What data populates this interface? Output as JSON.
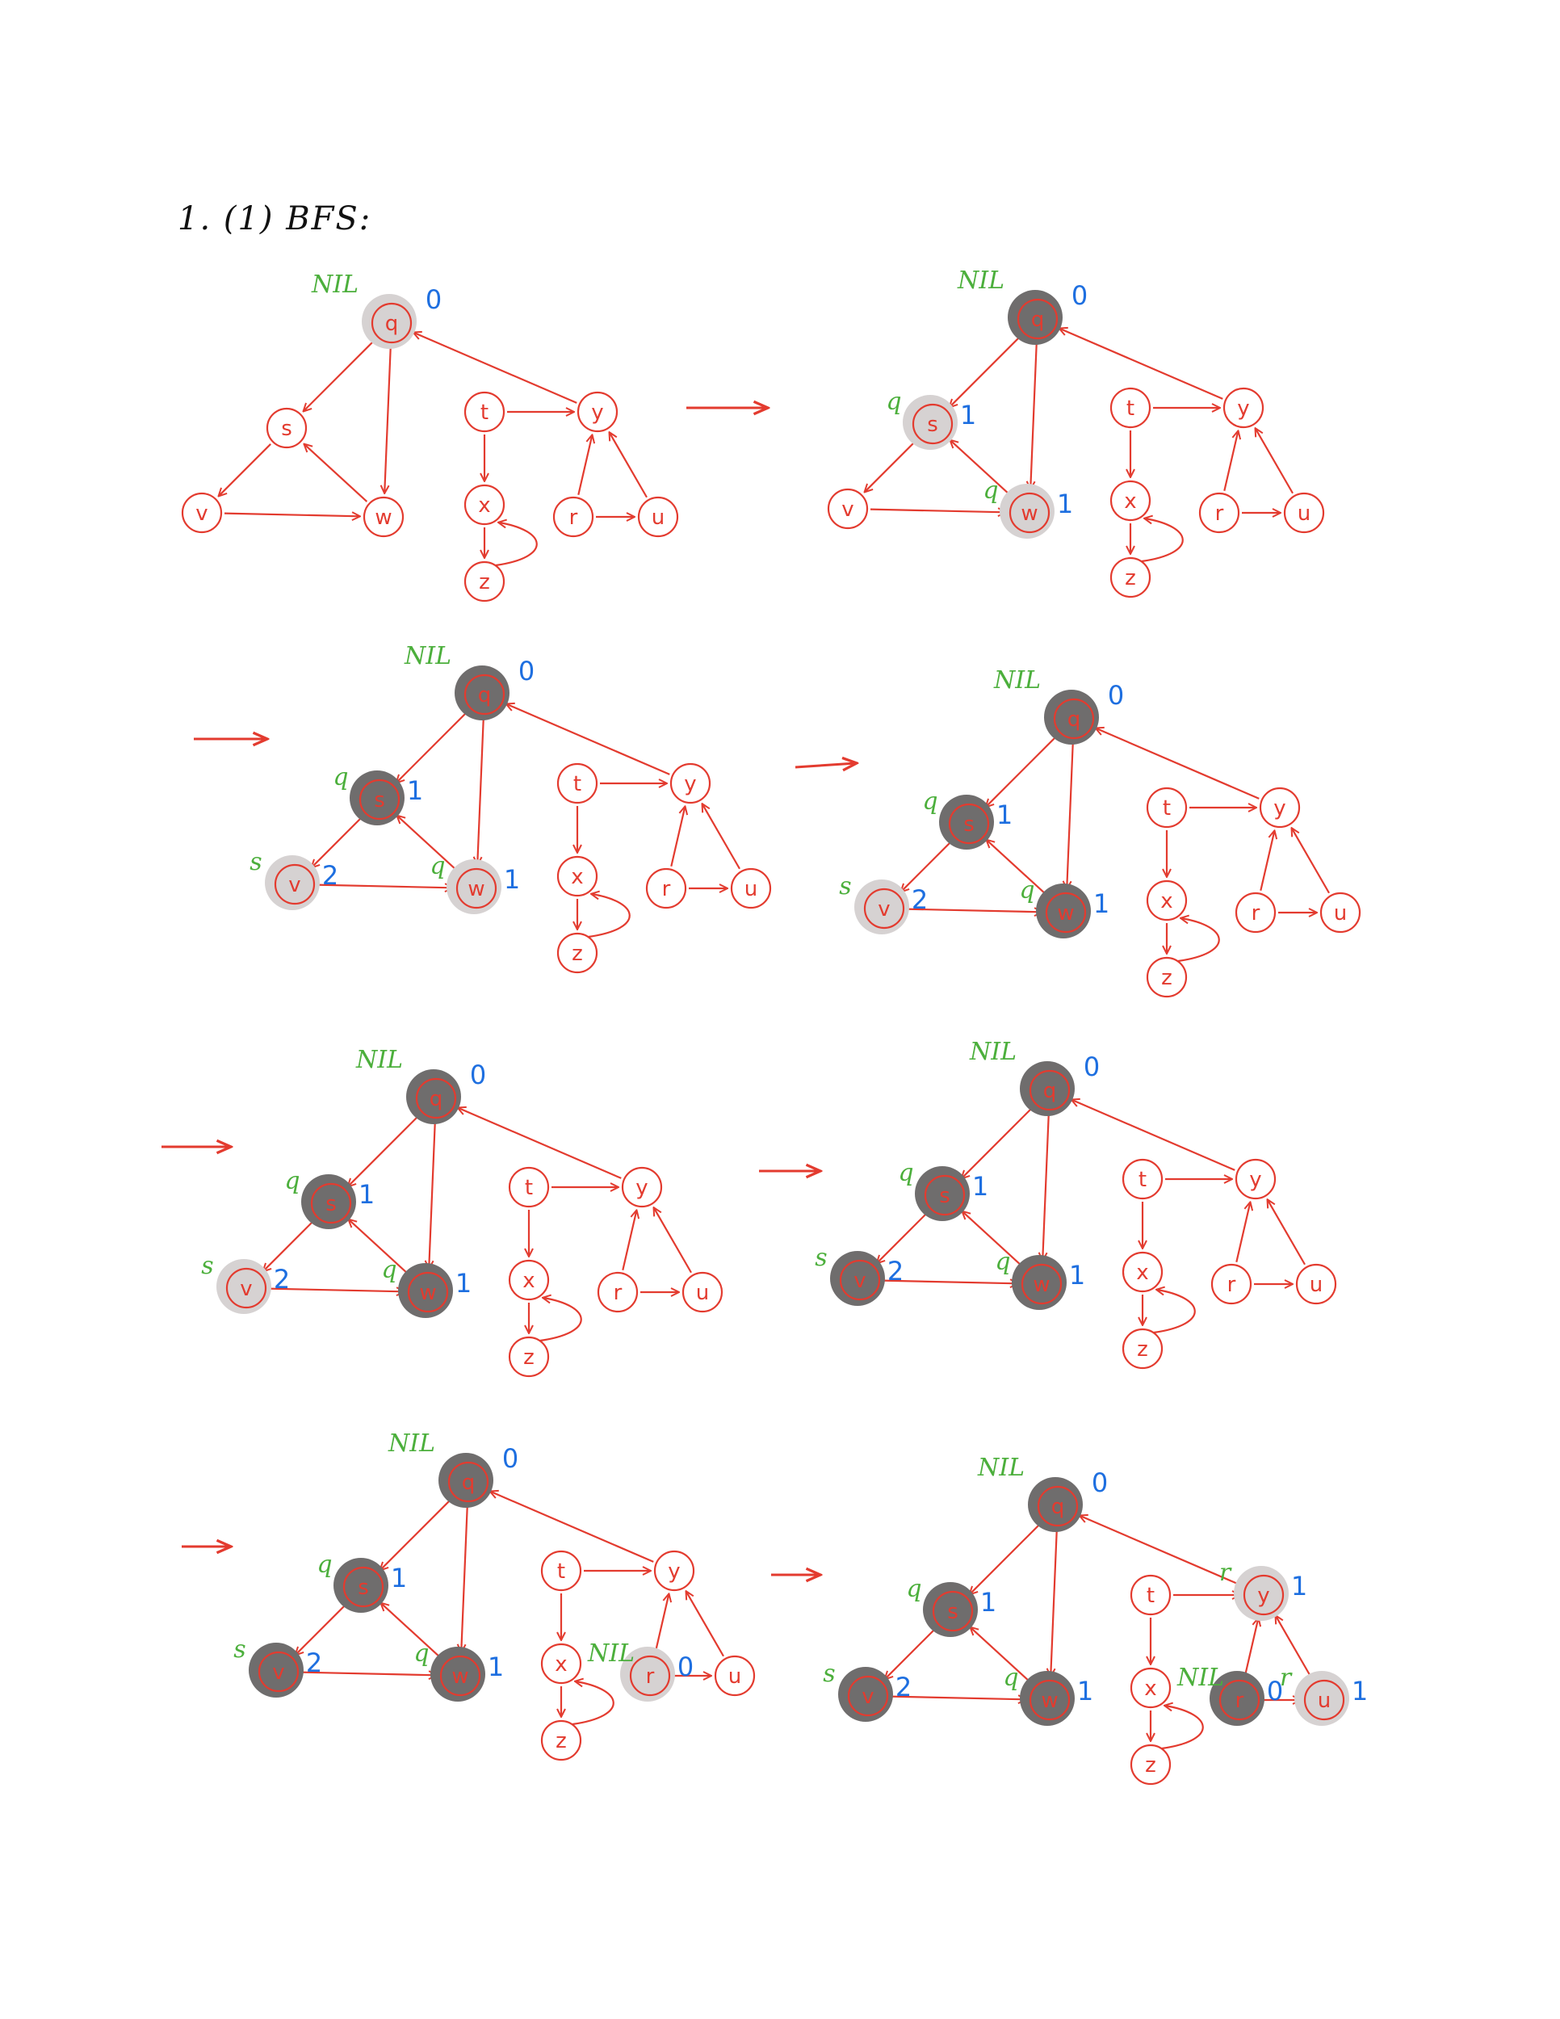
{
  "heading": "1. (1) BFS:",
  "colors": {
    "stroke": "#e33b2f",
    "pred": "#4caf3c",
    "dist": "#1e6fe0",
    "gray_fill": "#d6d2d2",
    "black_fill": "#6f6d6d",
    "white_fill": "#ffffff"
  },
  "graph": {
    "nodes": [
      {
        "id": "q",
        "label": "q"
      },
      {
        "id": "s",
        "label": "s"
      },
      {
        "id": "v",
        "label": "v"
      },
      {
        "id": "w",
        "label": "w"
      },
      {
        "id": "t",
        "label": "t"
      },
      {
        "id": "x",
        "label": "x"
      },
      {
        "id": "z",
        "label": "z"
      },
      {
        "id": "y",
        "label": "y"
      },
      {
        "id": "r",
        "label": "r"
      },
      {
        "id": "u",
        "label": "u"
      }
    ],
    "edges": [
      {
        "from": "q",
        "to": "s"
      },
      {
        "from": "q",
        "to": "w"
      },
      {
        "from": "s",
        "to": "v"
      },
      {
        "from": "v",
        "to": "w"
      },
      {
        "from": "w",
        "to": "s"
      },
      {
        "from": "t",
        "to": "y"
      },
      {
        "from": "t",
        "to": "x"
      },
      {
        "from": "x",
        "to": "z"
      },
      {
        "from": "z",
        "to": "x",
        "curved": true
      },
      {
        "from": "y",
        "to": "q"
      },
      {
        "from": "r",
        "to": "y"
      },
      {
        "from": "r",
        "to": "u"
      },
      {
        "from": "u",
        "to": "y"
      }
    ]
  },
  "steps": [
    {
      "arrow_before": false,
      "arrow_after": true,
      "nodes": {
        "q": {
          "color": "gray",
          "pred": "NIL",
          "dist": "0"
        }
      }
    },
    {
      "arrow_before": false,
      "arrow_after": false,
      "nodes": {
        "q": {
          "color": "black",
          "pred": "NIL",
          "dist": "0"
        },
        "s": {
          "color": "gray",
          "pred": "q",
          "dist": "1"
        },
        "w": {
          "color": "gray",
          "pred": "q",
          "dist": "1"
        }
      }
    },
    {
      "arrow_before": true,
      "arrow_after": true,
      "nodes": {
        "q": {
          "color": "black",
          "pred": "NIL",
          "dist": "0"
        },
        "s": {
          "color": "black",
          "pred": "q",
          "dist": "1"
        },
        "w": {
          "color": "gray",
          "pred": "q",
          "dist": "1"
        },
        "v": {
          "color": "gray",
          "pred": "s",
          "dist": "2"
        }
      }
    },
    {
      "arrow_before": false,
      "arrow_after": false,
      "nodes": {
        "q": {
          "color": "black",
          "pred": "NIL",
          "dist": "0"
        },
        "s": {
          "color": "black",
          "pred": "q",
          "dist": "1"
        },
        "w": {
          "color": "black",
          "pred": "q",
          "dist": "1"
        },
        "v": {
          "color": "gray",
          "pred": "s",
          "dist": "2"
        }
      }
    },
    {
      "arrow_before": true,
      "arrow_after": true,
      "nodes": {
        "q": {
          "color": "black",
          "pred": "NIL",
          "dist": "0"
        },
        "s": {
          "color": "black",
          "pred": "q",
          "dist": "1"
        },
        "w": {
          "color": "black",
          "pred": "q",
          "dist": "1"
        },
        "v": {
          "color": "gray",
          "pred": "s",
          "dist": "2"
        }
      }
    },
    {
      "arrow_before": false,
      "arrow_after": false,
      "nodes": {
        "q": {
          "color": "black",
          "pred": "NIL",
          "dist": "0"
        },
        "s": {
          "color": "black",
          "pred": "q",
          "dist": "1"
        },
        "w": {
          "color": "black",
          "pred": "q",
          "dist": "1"
        },
        "v": {
          "color": "black",
          "pred": "s",
          "dist": "2"
        }
      }
    },
    {
      "arrow_before": true,
      "arrow_after": true,
      "nodes": {
        "q": {
          "color": "black",
          "pred": "NIL",
          "dist": "0"
        },
        "s": {
          "color": "black",
          "pred": "q",
          "dist": "1"
        },
        "w": {
          "color": "black",
          "pred": "q",
          "dist": "1"
        },
        "v": {
          "color": "black",
          "pred": "s",
          "dist": "2"
        },
        "r": {
          "color": "gray",
          "pred": "NIL",
          "dist": "0"
        }
      }
    },
    {
      "arrow_before": false,
      "arrow_after": false,
      "nodes": {
        "q": {
          "color": "black",
          "pred": "NIL",
          "dist": "0"
        },
        "s": {
          "color": "black",
          "pred": "q",
          "dist": "1"
        },
        "w": {
          "color": "black",
          "pred": "q",
          "dist": "1"
        },
        "v": {
          "color": "black",
          "pred": "s",
          "dist": "2"
        },
        "r": {
          "color": "black",
          "pred": "NIL",
          "dist": "0"
        },
        "y": {
          "color": "gray",
          "pred": "r",
          "dist": "1"
        },
        "u": {
          "color": "gray",
          "pred": "r",
          "dist": "1"
        }
      }
    }
  ]
}
